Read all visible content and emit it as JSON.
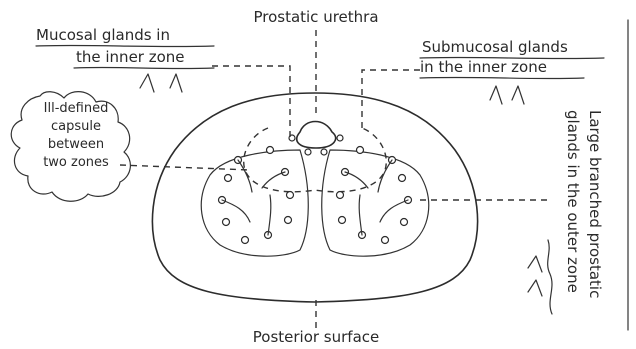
{
  "diagram": {
    "labels": {
      "prostatic_urethra": "Prostatic urethra",
      "mucosal_line1": "Mucosal glands in",
      "mucosal_line2": "the inner zone",
      "submucosal_line1": "Submucosal glands",
      "submucosal_line2": "in the inner zone",
      "capsule_line1": "Ill-defined",
      "capsule_line2": "capsule",
      "capsule_line3": "between",
      "capsule_line4": "two zones",
      "large_line1": "Large branched prostatic",
      "large_line2": "glands in the outer zone",
      "posterior": "Posterior surface"
    }
  }
}
